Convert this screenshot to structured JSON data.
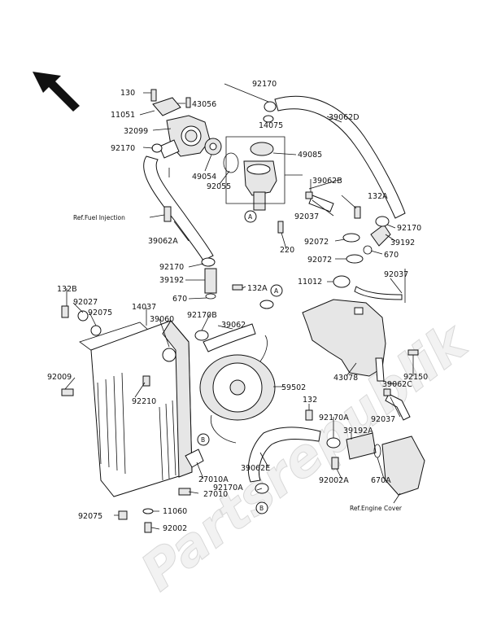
{
  "watermark": "Partsrepublik",
  "callouts": {
    "A": "A",
    "B": "B"
  },
  "refs": {
    "fuel_injection": "Ref.Fuel Injection",
    "engine_cover": "Ref.Engine Cover"
  },
  "part_numbers": {
    "p130": "130",
    "p11051": "11051",
    "p43056": "43056",
    "p32099": "32099",
    "p92170_a": "92170",
    "p14075": "14075",
    "p92170_top": "92170",
    "p39062D": "39062D",
    "p49085": "49085",
    "p49054": "49054",
    "p92055": "92055",
    "p39062B": "39062B",
    "p132A_top": "132A",
    "p92037_top": "92037",
    "p92170_right": "92170",
    "p39192_right": "39192",
    "p92072_a": "92072",
    "p92072_b": "92072",
    "p670": "670",
    "p220": "220",
    "p39062A": "39062A",
    "p92170_mid": "92170",
    "p39192_mid": "39192",
    "p670_mid": "670",
    "p132A_mid": "132A",
    "p11012": "11012",
    "p92037_mid": "92037",
    "p132B": "132B",
    "p92027": "92027",
    "p92075_top": "92075",
    "p14037": "14037",
    "p39060": "39060",
    "p92170B": "92170B",
    "p39062": "39062",
    "p92009": "92009",
    "p92210": "92210",
    "p59502": "59502",
    "p43078": "43078",
    "p92150": "92150",
    "p39062C": "39062C",
    "p132": "132",
    "p92037_low": "92037",
    "p92170A_a": "92170A",
    "p39192A": "39192A",
    "p92002A": "92002A",
    "p670A": "670A",
    "p39062E": "39062E",
    "p27010A": "27010A",
    "p27010": "27010",
    "p92170A_b": "92170A",
    "p92075_low": "92075",
    "p11060": "11060",
    "p92002": "92002"
  }
}
